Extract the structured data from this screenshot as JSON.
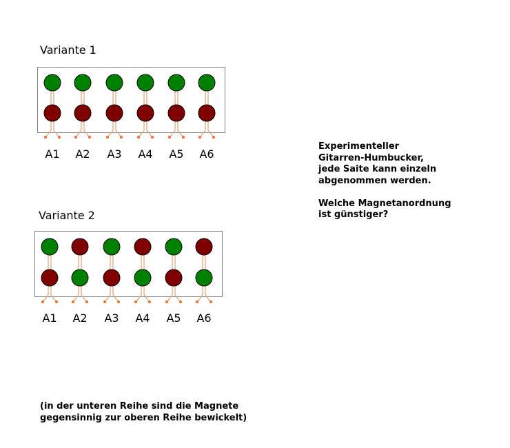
{
  "variants": [
    {
      "title": "Variante 1",
      "top_colors": [
        "green",
        "green",
        "green",
        "green",
        "green",
        "green"
      ],
      "bottom_colors": [
        "red",
        "red",
        "red",
        "red",
        "red",
        "red"
      ],
      "labels": [
        "A1",
        "A2",
        "A3",
        "A4",
        "A5",
        "A6"
      ]
    },
    {
      "title": "Variante 2",
      "top_colors": [
        "green",
        "red",
        "green",
        "red",
        "green",
        "red"
      ],
      "bottom_colors": [
        "red",
        "green",
        "red",
        "green",
        "red",
        "green"
      ],
      "labels": [
        "A1",
        "A2",
        "A3",
        "A4",
        "A5",
        "A6"
      ]
    }
  ],
  "description": "Experimenteller\nGitarren-Humbucker,\njede Saite kann einzeln\nabgenommen werden.\n\nWelche Magnetanordnung\nist günstiger?",
  "footnote": "(in der unteren Reihe sind die Magnete\ngegensinnig zur oberen Reihe bewickelt)",
  "colors": {
    "green": "#008000",
    "red": "#800000",
    "box_border": "#808080",
    "wire": "#e8a070",
    "wire_dot": "#f07840"
  }
}
